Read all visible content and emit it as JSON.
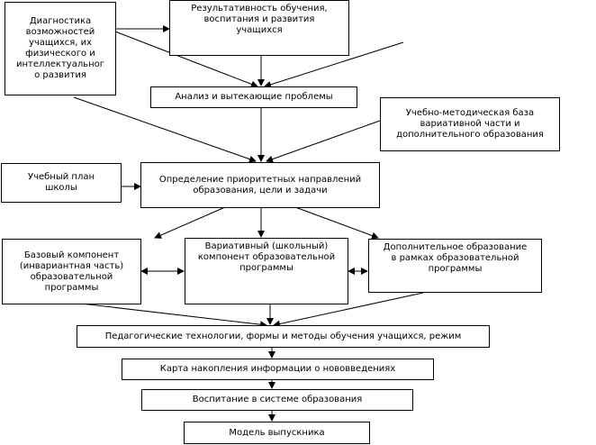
{
  "colors": {
    "line": "#000000",
    "box_border": "#000000",
    "background": "#ffffff"
  },
  "boxes": {
    "diagnostics": "Диагностика\nвозможностей\nучащихся, их\nфизического и\nинтеллектуальног\nо развития",
    "results": "Результативность обучения,\nвоспитания и развития\nучащихся",
    "analysis": "Анализ и вытекающие проблемы",
    "methodical_base": "Учебно-методическая база\nвариативной части и\nдополнительного образования",
    "curriculum": "Учебный план\nшколы",
    "priorities": "Определение приоритетных направлений\nобразования, цели и задачи",
    "basic_component": "Базовый компонент\n(инвариантная часть)\nобразовательной программы",
    "variative_component": "Вариативный  (школьный)\nкомпонент образовательной\nпрограммы",
    "additional_education": "Дополнительное образование\nв рамках образовательной\nпрограммы",
    "technologies": "Педагогические технологии, формы и методы обучения учащихся, режим",
    "innovation_card": "Карта накопления информации о нововведениях",
    "upbringing": "Воспитание в системе образования",
    "graduate_model": "Модель выпускника"
  }
}
